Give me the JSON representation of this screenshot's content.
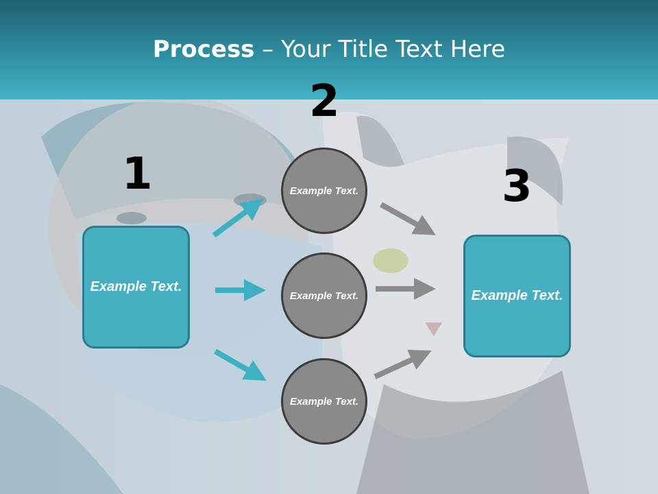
{
  "slide": {
    "title_bold": "Process",
    "title_rest": " – Your Title Text Here"
  },
  "steps": {
    "step1_number": "1",
    "step2_number": "2",
    "step3_number": "3"
  },
  "boxes": {
    "left_text": "Example Text.",
    "right_text": "Example Text."
  },
  "circles": [
    {
      "text": "Example Text."
    },
    {
      "text": "Example Text."
    },
    {
      "text": "Example Text."
    }
  ],
  "colors": {
    "accent": "#45afc1",
    "arrow_teal": "#3fb0c2",
    "arrow_gray": "#8c8c8c",
    "circle_fill": "#8a8a8a"
  }
}
